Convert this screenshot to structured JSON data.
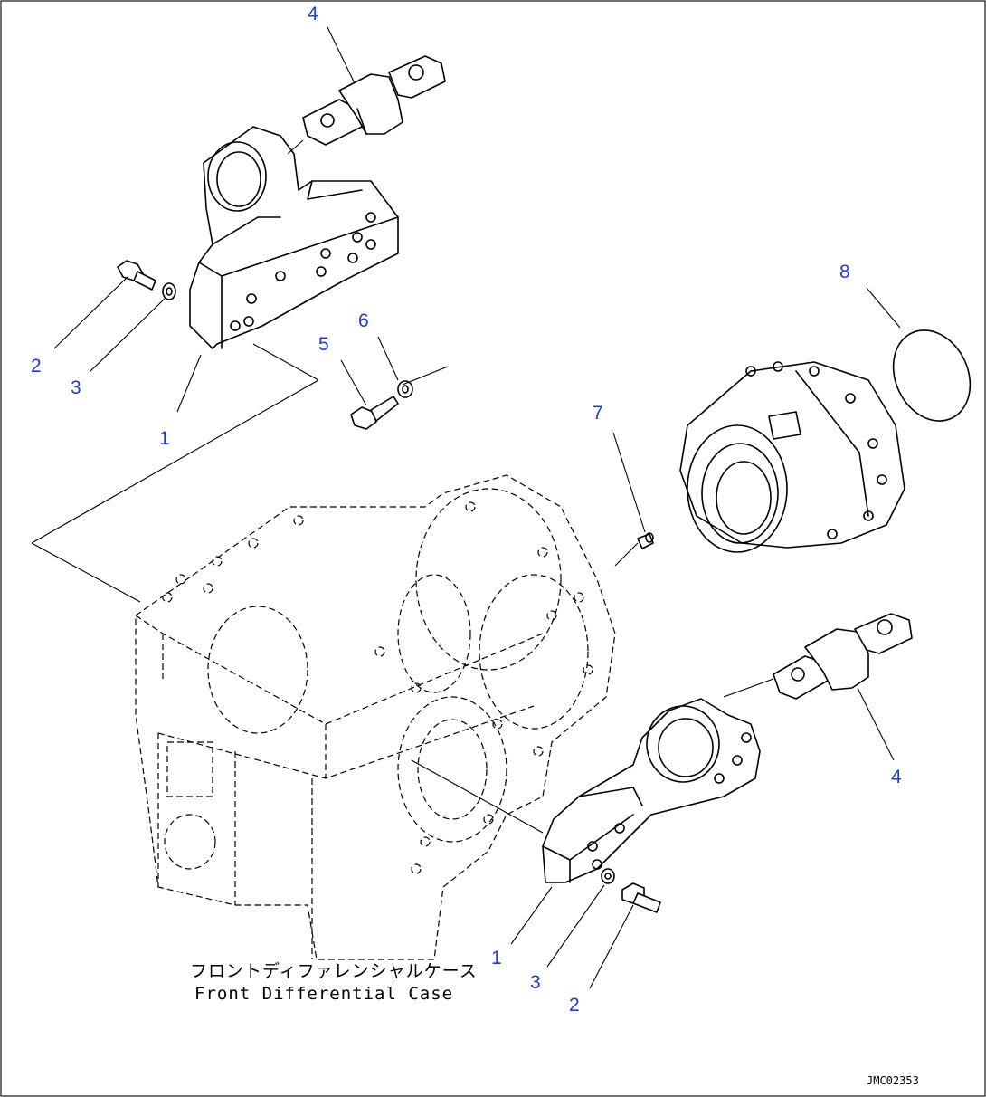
{
  "callouts": [
    {
      "id": "c4a",
      "label": "4"
    },
    {
      "id": "c8",
      "label": "8"
    },
    {
      "id": "c6",
      "label": "6"
    },
    {
      "id": "c5",
      "label": "5"
    },
    {
      "id": "c2a",
      "label": "2"
    },
    {
      "id": "c3a",
      "label": "3"
    },
    {
      "id": "c1a",
      "label": "1"
    },
    {
      "id": "c7",
      "label": "7"
    },
    {
      "id": "c4b",
      "label": "4"
    },
    {
      "id": "c1b",
      "label": "1"
    },
    {
      "id": "c3b",
      "label": "3"
    },
    {
      "id": "c2b",
      "label": "2"
    }
  ],
  "caption": {
    "japanese": "フロントディファレンシャルケース",
    "english": "Front Differential Case"
  },
  "drawing_code": "JMC02353"
}
